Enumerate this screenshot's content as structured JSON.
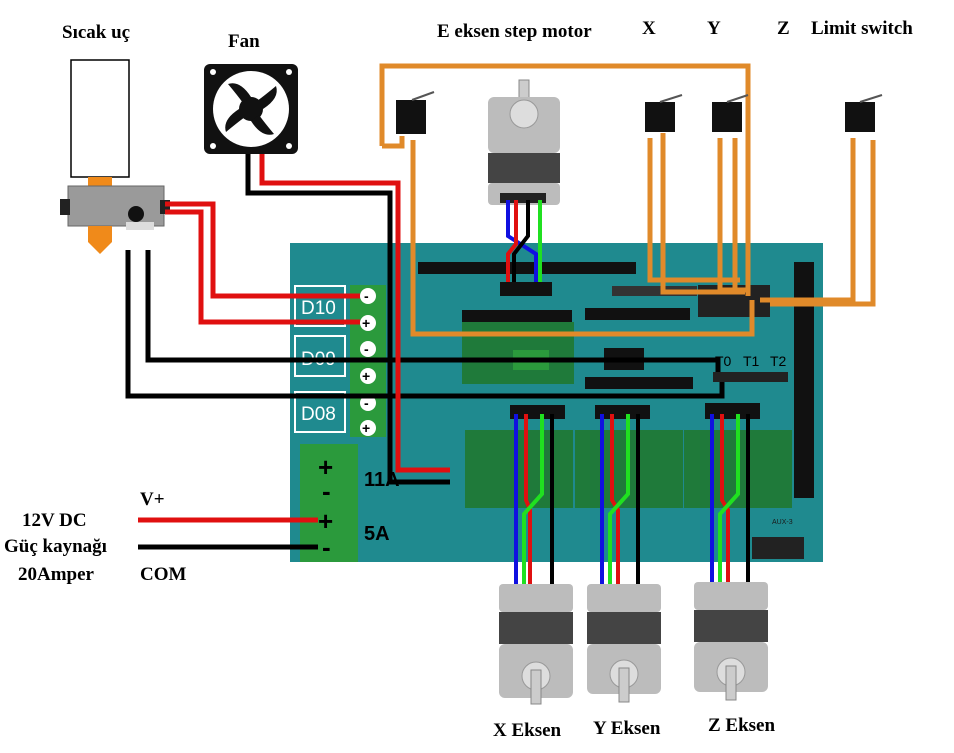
{
  "labels": {
    "hotend": "Sıcak uç",
    "fan": "Fan",
    "e_motor": "E eksen step motor",
    "x_switch": "X",
    "y_switch": "Y",
    "z_switch": "Z",
    "limit_switch": "Limit switch",
    "psu_line1": "12V DC",
    "psu_line2": "Güç kaynağı",
    "psu_line3": "20Amper",
    "v_plus": "V+",
    "com": "COM",
    "x_axis": "X Eksen",
    "y_axis": "Y Eksen",
    "z_axis": "Z Eksen"
  },
  "board": {
    "d10": "D10",
    "d09": "D09",
    "d08": "D08",
    "amp_11": "11A",
    "amp_5": "5A",
    "t0": "T0",
    "t1": "T1",
    "t2": "T2",
    "aux3": "AUX-3",
    "plus": "+",
    "minus": "-"
  },
  "colors": {
    "board": "#1f8a8f",
    "terminal": "#2b9a3c",
    "driver": "#1f7a3a",
    "wire_red": "#e01010",
    "wire_black": "#000000",
    "wire_blue": "#1010e0",
    "wire_green": "#20e020",
    "wire_orange": "#e08a2a"
  }
}
